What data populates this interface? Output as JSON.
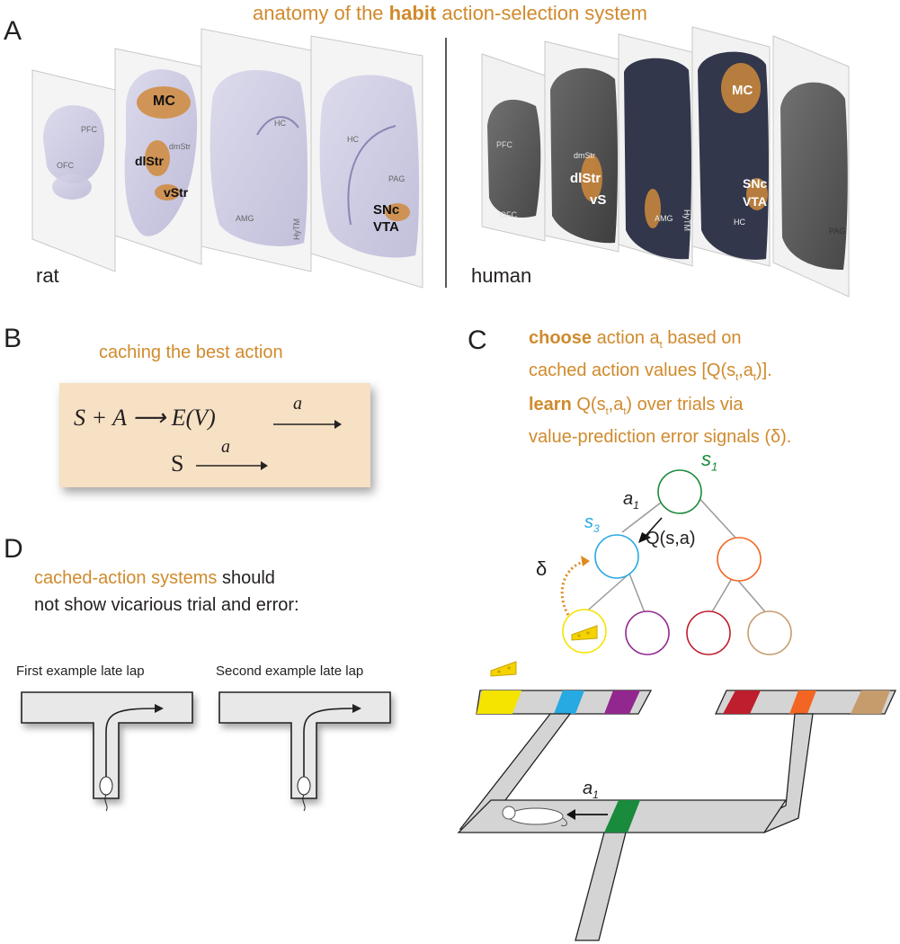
{
  "title": {
    "prefix": "anatomy of the ",
    "bold": "habit",
    "suffix": " action-selection system"
  },
  "panels": {
    "a": "A",
    "b": "B",
    "c": "C",
    "d": "D"
  },
  "panel_a": {
    "rat_label": "rat",
    "human_label": "human",
    "rat_slices": [
      {
        "labels": [
          "PFC",
          "OFC"
        ]
      },
      {
        "labels": [
          "MC",
          "dmStr",
          "dlStr",
          "vStr"
        ]
      },
      {
        "labels": [
          "HC",
          "AMG",
          "HyTM"
        ]
      },
      {
        "labels": [
          "HC",
          "PAG",
          "SNc",
          "VTA"
        ]
      }
    ],
    "human_slices": [
      {
        "labels": [
          "PFC",
          "OFC"
        ]
      },
      {
        "labels": [
          "dmStr",
          "dlStr",
          "vS"
        ]
      },
      {
        "labels": [
          "AMG",
          "HyTM"
        ]
      },
      {
        "labels": [
          "MC",
          "SNc",
          "VTA",
          "HC"
        ]
      },
      {
        "labels": [
          "PAG"
        ]
      }
    ]
  },
  "panel_b": {
    "heading": "caching the best action",
    "eq_line1": "S + A  ⟶  E(V)",
    "eq_arrow_label": "a",
    "eq_line2": "S",
    "eq_line2_arrow_label": "a",
    "box_color": "#f7e1c4"
  },
  "panel_c": {
    "choose_bold": "choose",
    "choose_text": " action a",
    "choose_sub": "t",
    "choose_rest": "  based on",
    "line2": "cached action values [Q(s",
    "line2_sub1": "t",
    "line2_mid": ",a",
    "line2_sub2": "t",
    "line2_end": ")].",
    "learn_bold": "learn",
    "learn_text": " Q(s",
    "learn_sub1": "t",
    "learn_mid": ",a",
    "learn_sub2": "t",
    "learn_end": ") over trials via",
    "line4": "value-prediction error signals (δ).",
    "tree": {
      "s1_label": "s",
      "s1_sub": "1",
      "s3_label": "s",
      "s3_sub": "3",
      "a1_label": "a",
      "a1_sub": "1",
      "q_label": "Q(s,a)",
      "delta_label": "δ",
      "colors": {
        "s1": "#1a8a3c",
        "s3": "#27a9e1",
        "right": "#f26522",
        "leaf_yellow": "#f5e300",
        "leaf_purple": "#92278f",
        "leaf_red": "#be1e2d",
        "leaf_tan": "#c69c6d",
        "delta_arrow": "#e08a1e"
      }
    },
    "maze": {
      "a1_label": "a",
      "a1_sub": "1",
      "colors": {
        "yellow": "#f5e300",
        "blue": "#27a9e1",
        "purple": "#92278f",
        "red": "#be1e2d",
        "orange": "#f26522",
        "tan": "#c69c6d",
        "green": "#1a8a3c",
        "track": "#d4d4d4"
      }
    }
  },
  "panel_d": {
    "line1_orange": "cached-action systems",
    "line1_rest": " should",
    "line2": "not show vicarious trial and error:",
    "first_label": "First example late lap",
    "second_label": "Second example late lap"
  }
}
